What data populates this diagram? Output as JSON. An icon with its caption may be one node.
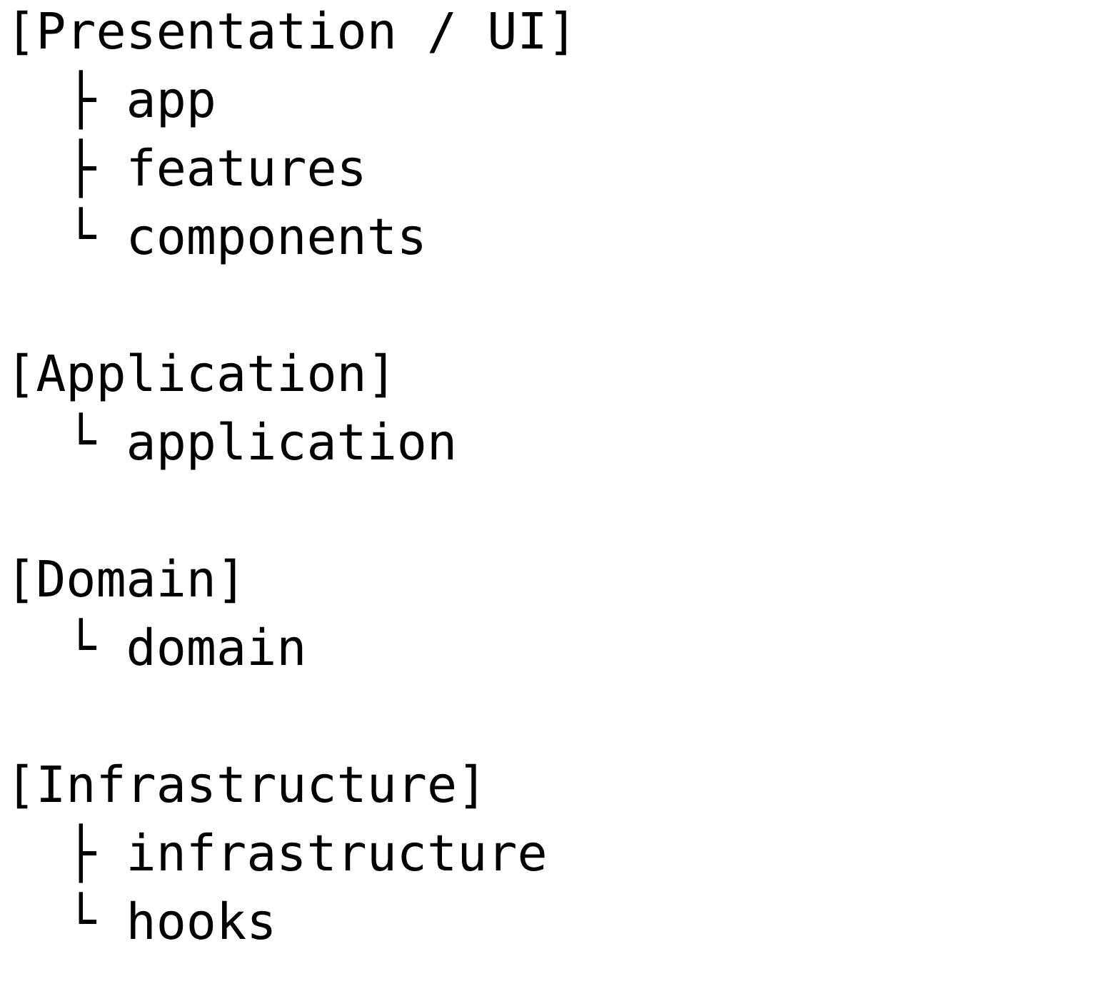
{
  "diagram": {
    "labels": [
      "[Presentation / UI]",
      "  ├ app",
      "  ├ features",
      "  └ components",
      "[Application]",
      "  └ application",
      "[Domain]",
      "  └ domain",
      "[Infrastructure]",
      "  ├ infrastructure",
      "  └ hooks"
    ]
  }
}
